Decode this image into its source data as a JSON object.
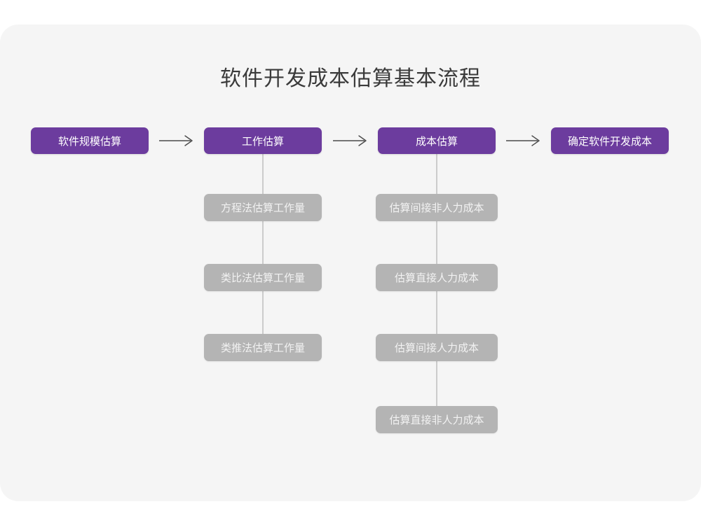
{
  "page": {
    "title": "软件开发成本估算基本流程",
    "background_color": "#ffffff",
    "canvas_color": "#f5f5f5",
    "accent_color": "#6c3c9e",
    "secondary_color": "#b4b4b4",
    "connector_color": "#cccccc",
    "arrow_color": "#4a4a4a"
  },
  "chart_data": {
    "type": "diagram",
    "title": "软件开发成本估算基本流程",
    "orientation": "left-to-right with vertical sub-branches",
    "main_flow": [
      {
        "id": "stage-1",
        "label": "软件规模估算"
      },
      {
        "id": "stage-2",
        "label": "工作估算"
      },
      {
        "id": "stage-3",
        "label": "成本估算"
      },
      {
        "id": "stage-4",
        "label": "确定软件开发成本"
      }
    ],
    "arrows": [
      {
        "from": "stage-1",
        "to": "stage-2",
        "glyph": "arrow-right-icon"
      },
      {
        "from": "stage-2",
        "to": "stage-3",
        "glyph": "arrow-right-icon"
      },
      {
        "from": "stage-3",
        "to": "stage-4",
        "glyph": "arrow-right-icon"
      }
    ],
    "branches": [
      {
        "parent": "stage-2",
        "parent_label": "工作估算",
        "children": [
          "方程法估算工作量",
          "类比法估算工作量",
          "类推法估算工作量"
        ]
      },
      {
        "parent": "stage-3",
        "parent_label": "成本估算",
        "children": [
          "估算间接非人力成本",
          "估算直接人力成本",
          "估算间接人力成本",
          "估算直接非人力成本"
        ]
      }
    ]
  },
  "flow": {
    "main": [
      {
        "label": "软件规模估算"
      },
      {
        "label": "工作估算"
      },
      {
        "label": "成本估算"
      },
      {
        "label": "确定软件开发成本"
      }
    ],
    "work_branch": [
      {
        "label": "方程法估算工作量"
      },
      {
        "label": "类比法估算工作量"
      },
      {
        "label": "类推法估算工作量"
      }
    ],
    "cost_branch": [
      {
        "label": "估算间接非人力成本"
      },
      {
        "label": "估算直接人力成本"
      },
      {
        "label": "估算间接人力成本"
      },
      {
        "label": "估算直接非人力成本"
      }
    ]
  }
}
